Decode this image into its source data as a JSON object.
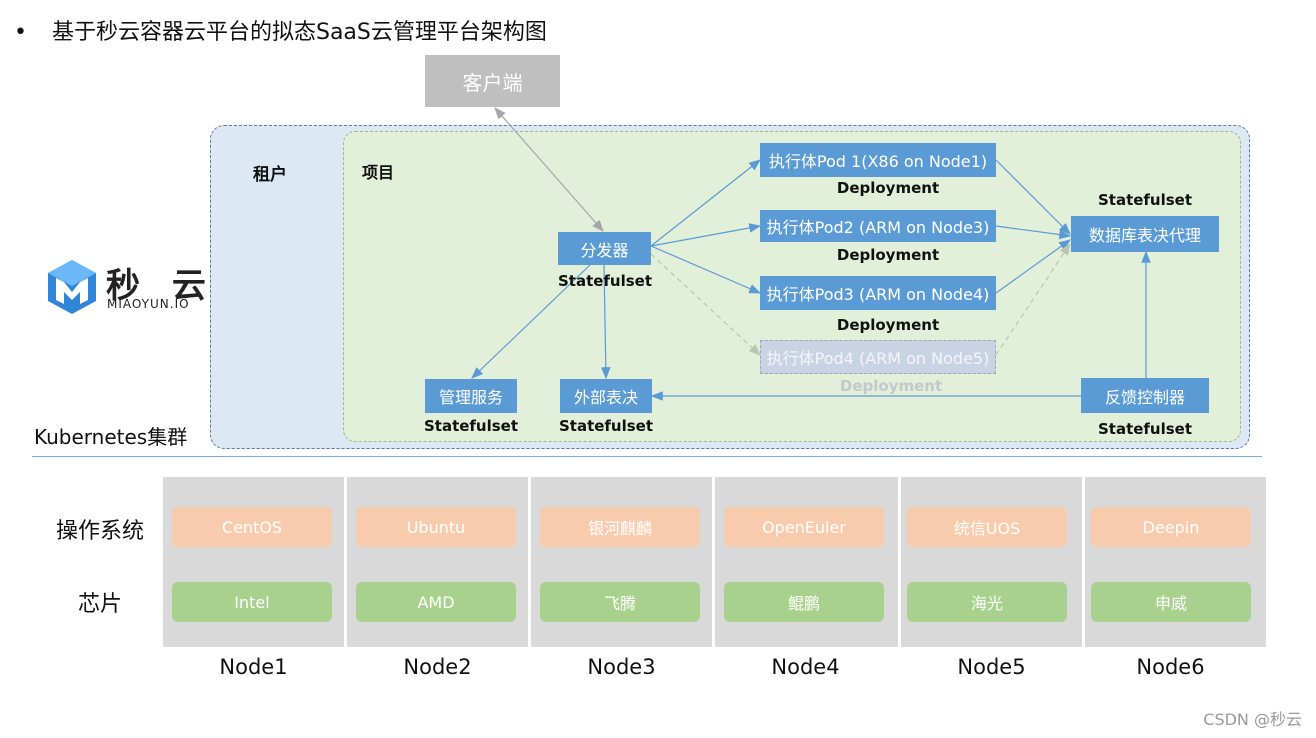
{
  "title": "基于秒云容器云平台的拟态SaaS云管理平台架构图",
  "bullet": "•",
  "client": "客户端",
  "tenant": "租户",
  "project": "项目",
  "logo": {
    "name": "秒 云",
    "sub": "MIAOYUN.IO"
  },
  "dispatcher": {
    "label": "分发器",
    "kind": "Statefulset"
  },
  "executors": [
    {
      "label": "执行体Pod 1(X86 on Node1)",
      "kind": "Deployment"
    },
    {
      "label": "执行体Pod2 (ARM on Node3)",
      "kind": "Deployment"
    },
    {
      "label": "执行体Pod3 (ARM on Node4)",
      "kind": "Deployment"
    },
    {
      "label": "执行体Pod4 (ARM on Node5)",
      "kind": "Deployment"
    }
  ],
  "db_proxy": {
    "label": "数据库表决代理",
    "kind": "Statefulset"
  },
  "management": {
    "label": "管理服务",
    "kind": "Statefulset"
  },
  "external_vote": {
    "label": "外部表决",
    "kind": "Statefulset"
  },
  "feedback": {
    "label": "反馈控制器",
    "kind": "Statefulset"
  },
  "cluster_label": "Kubernetes集群",
  "rows": {
    "os": "操作系统",
    "chip": "芯片"
  },
  "nodes": [
    {
      "name": "Node1",
      "os": "CentOS",
      "chip": "Intel"
    },
    {
      "name": "Node2",
      "os": "Ubuntu",
      "chip": "AMD"
    },
    {
      "name": "Node3",
      "os": "银河麒麟",
      "chip": "飞腾"
    },
    {
      "name": "Node4",
      "os": "OpenEuler",
      "chip": "鲲鹏"
    },
    {
      "name": "Node5",
      "os": "统信UOS",
      "chip": "海光"
    },
    {
      "name": "Node6",
      "os": "Deepin",
      "chip": "申威"
    }
  ],
  "watermark": "CSDN @秒云",
  "colors": {
    "box": "#5b9bd5",
    "os": "#f8cbad",
    "chip": "#a9d18e",
    "node_bg": "#d9d9d9"
  }
}
